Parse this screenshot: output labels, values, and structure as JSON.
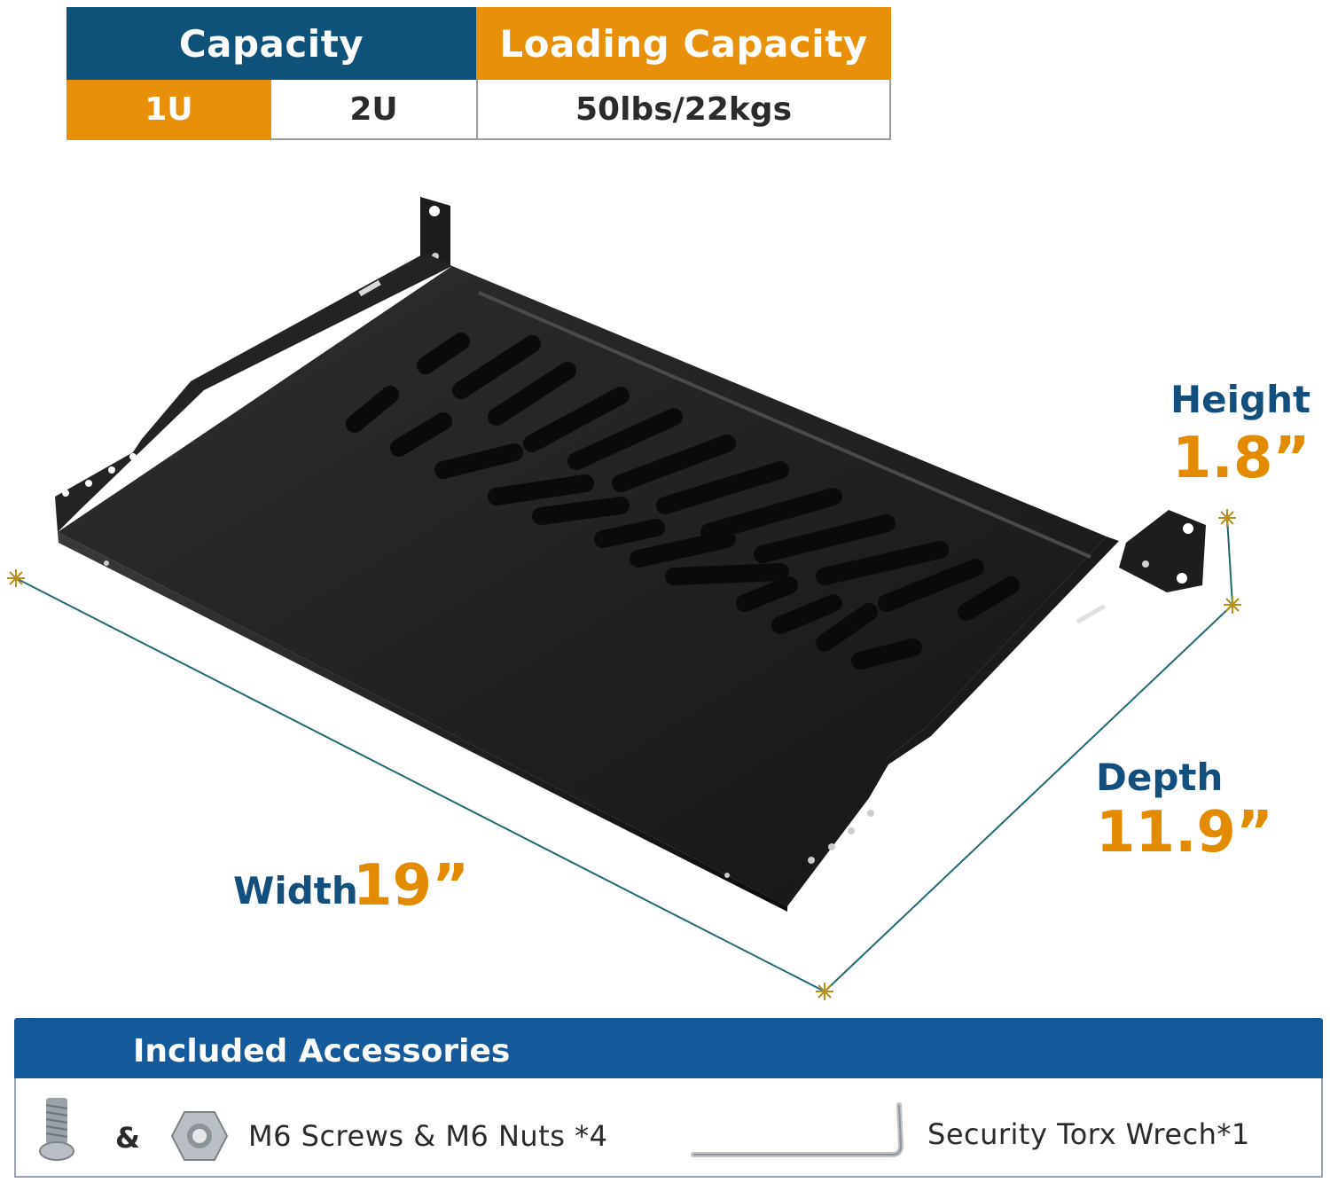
{
  "spec_table": {
    "capacity_label": "Capacity",
    "loading_label": "Loading Capacity",
    "options": [
      "1U",
      "2U"
    ],
    "selected_option": "1U",
    "loading_value": "50lbs/22kgs"
  },
  "dimensions": {
    "height": {
      "label": "Height",
      "value": "1.8”"
    },
    "depth": {
      "label": "Depth",
      "value": "11.9”"
    },
    "width": {
      "label": "Width",
      "value": "19”"
    }
  },
  "accessories": {
    "title": "Included Accessories",
    "ampersand": "&",
    "screws_nuts": "M6 Screws & M6 Nuts *4",
    "wrench": "Security Torx Wrech*1"
  },
  "colors": {
    "navy": "#124f7c",
    "orange": "#e28b00",
    "blue_bar": "#145a9b"
  },
  "icons": [
    "screw-icon",
    "nut-icon",
    "torx-wrench-icon"
  ]
}
